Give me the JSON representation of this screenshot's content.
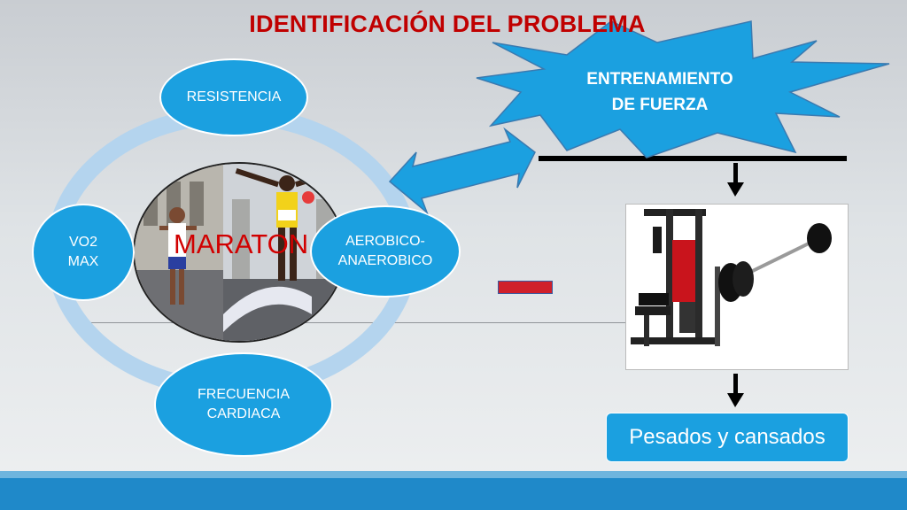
{
  "title": "IDENTIFICACIÓN DEL PROBLEMA",
  "center_label": "MARATON",
  "nodes": {
    "top": "RESISTENCIA",
    "left": "VO2\nMAX",
    "right": "AEROBICO-\nANAEROBICO",
    "bottom": "FRECUENCIA\nCARDIACA"
  },
  "starburst_text": "ENTRENAMIENTO\nDE FUERZA",
  "result_text": "Pesados y cansados",
  "colors": {
    "title": "#c00000",
    "node_fill": "#1ba0e0",
    "ring": "#b4d4ee",
    "arrow_fill": "#1ba0e0",
    "minus": "#d0202a",
    "footer": "#1f89c9"
  }
}
